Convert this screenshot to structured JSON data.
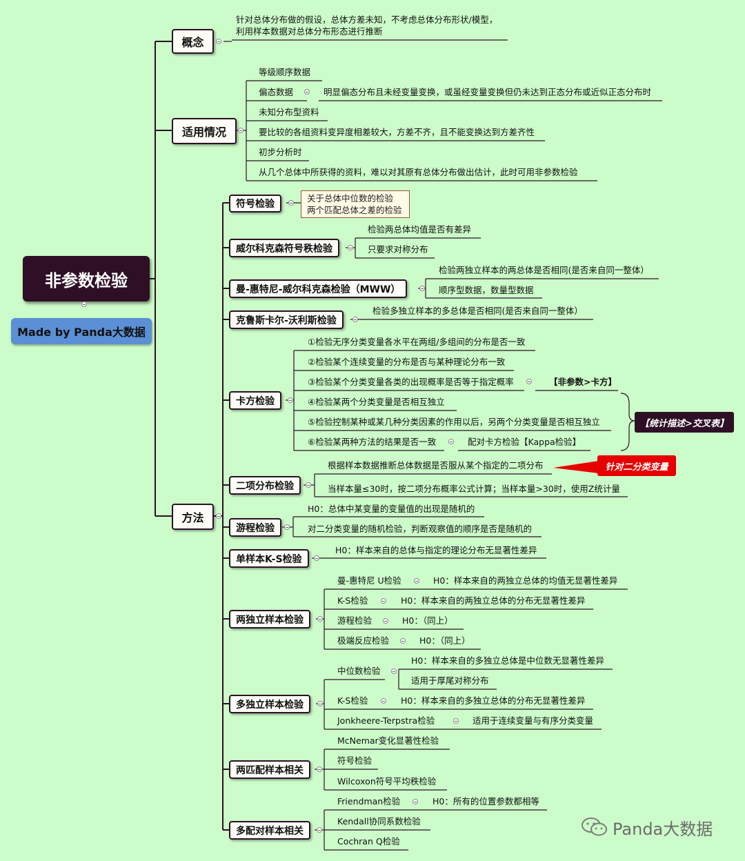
{
  "title": "非参数检验",
  "credit": "Made by Panda大数据",
  "watermark": "Panda大数据",
  "colors": {
    "background": "#ccfcc9",
    "root": "#2e0f26",
    "credit": "#5b8fd6",
    "red_label": "#e60000"
  },
  "concept": {
    "label": "概念",
    "text1": "针对总体分布做的假设，总体方差未知，不考虑总体分布形状/模型，",
    "text2": "利用样本数据对总体分布形态进行推断"
  },
  "applicable": {
    "label": "适用情况",
    "items": [
      "等级顺序数据",
      "偏态数据",
      "明显偏态分布且未经变量变换，或虽经变量变换但仍未达到正态分布或近似正态分布时",
      "未知分布型资料",
      "要比较的各组资料变异度相差较大，方差不齐，且不能变换达到方差齐性",
      "初步分析时",
      "从几个总体中所获得的资料，难以对其原有总体分布做出估计，此时可用非参数检验"
    ]
  },
  "method": {
    "label": "方法",
    "sign": {
      "label": "符号检验",
      "notes": [
        "关于总体中位数的检验",
        "两个匹配总体之差的检验"
      ]
    },
    "wilcoxon": {
      "label": "威尔科克森符号秩检验",
      "notes": [
        "检验两总体均值是否有差异",
        "只要求对称分布"
      ]
    },
    "mww": {
      "label": "曼-惠特尼-威尔科克森检验（MWW）",
      "notes": [
        "检验两独立样本的两总体是否相同(是否来自同一整体）",
        "顺序型数据，数量型数据"
      ]
    },
    "kw": {
      "label": "克鲁斯卡尔-沃利斯检验",
      "note": "检验多独立样本的多总体是否相同(是否来自同一整体）"
    },
    "chi": {
      "label": "卡方检验",
      "items": [
        "①检验无序分类变量各水平在两组/多组间的分布是否一致",
        "②检验某个连续变量的分布是否与某种理论分布一致",
        "③检验某个分类变量各类的出现概率是否等于指定概率",
        "④检验某两个分类变量是否相互独立",
        "⑤检验控制某种或某几种分类因素的作用以后，另两个分类变量是否相互独立",
        "⑥检验某两种方法的结果是否一致"
      ],
      "note3": "【非参数>卡方】",
      "note6": "配对卡方检验【Kappa检验】",
      "brace_label": "【统计描述>交叉表】"
    },
    "binom": {
      "label": "二项分布检验",
      "items": [
        "根据样本数据推断总体数据是否服从某个指定的二项分布",
        "当样本量≤30时，按二项分布概率公式计算；当样本量>30时，使用Z统计量"
      ],
      "callout": "针对二分类变量"
    },
    "runs": {
      "label": "游程检验",
      "items": [
        "H0：总体中某变量的变量值的出现是随机的",
        "对二分类变量的随机检验，判断观察值的顺序是否是随机的"
      ]
    },
    "ks1": {
      "label": "单样本K-S检验",
      "note": "H0：样本来自的总体与指定的理论分布无显著性差异"
    },
    "two_ind": {
      "label": "两独立样本检验",
      "items": [
        {
          "name": "曼-惠特尼 U检验",
          "h": "H0：样本来自的两独立总体的均值无显著性差异"
        },
        {
          "name": "K-S检验",
          "h": "H0：样本来自的两独立总体的分布无显著性差异"
        },
        {
          "name": "游程检验",
          "h": "H0：（同上）"
        },
        {
          "name": "极端反应检验",
          "h": "H0：（同上）"
        }
      ]
    },
    "multi_ind": {
      "label": "多独立样本检验",
      "median": "中位数检验",
      "median_notes": [
        "H0：样本来自的多独立总体是中位数无显著性差异",
        "适用于厚尾对称分布"
      ],
      "ks": "K-S检验",
      "ks_h": "H0：样本来自的多独立总体的分布无显著性差异",
      "jt": "Jonkheere-Terpstra检验",
      "jt_note": "适用于连续变量与有序分类变量"
    },
    "two_match": {
      "label": "两匹配样本相关",
      "items": [
        "McNemar变化显著性检验",
        "符号检验",
        "Wilcoxon符号平均秩检验"
      ]
    },
    "multi_match": {
      "label": "多配对样本相关",
      "friedman": "Friendman检验",
      "friedman_h": "H0：所有的位置参数都相等",
      "items": [
        "Kendall协同系数检验",
        "Cochran Q检验"
      ]
    }
  }
}
